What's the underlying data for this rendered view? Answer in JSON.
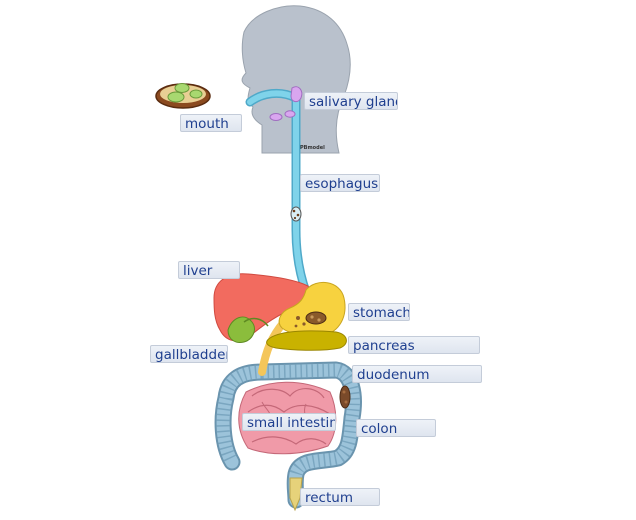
{
  "diagram": {
    "labels": {
      "salivary_gland": "salivary gland",
      "mouth": "mouth",
      "esophagus": "esophagus",
      "liver": "liver",
      "stomach": "stomach",
      "gallbladder": "gallbladder",
      "pancreas": "pancreas",
      "duodenum": "duodenum",
      "small_intestine": "small intestine",
      "colon": "colon",
      "rectum": "rectum"
    },
    "watermark": "PBmodel",
    "colors": {
      "head": "#b9c1cc",
      "esophagus": "#7fd3ea",
      "salivary": "#d9a6ef",
      "liver": "#f26b5f",
      "stomach": "#f7d23f",
      "gallbladder": "#8bbd3c",
      "pancreas": "#c9b200",
      "small_intestine": "#f09aa8",
      "colon": "#9cc3da",
      "rectum": "#e6d27a"
    }
  }
}
